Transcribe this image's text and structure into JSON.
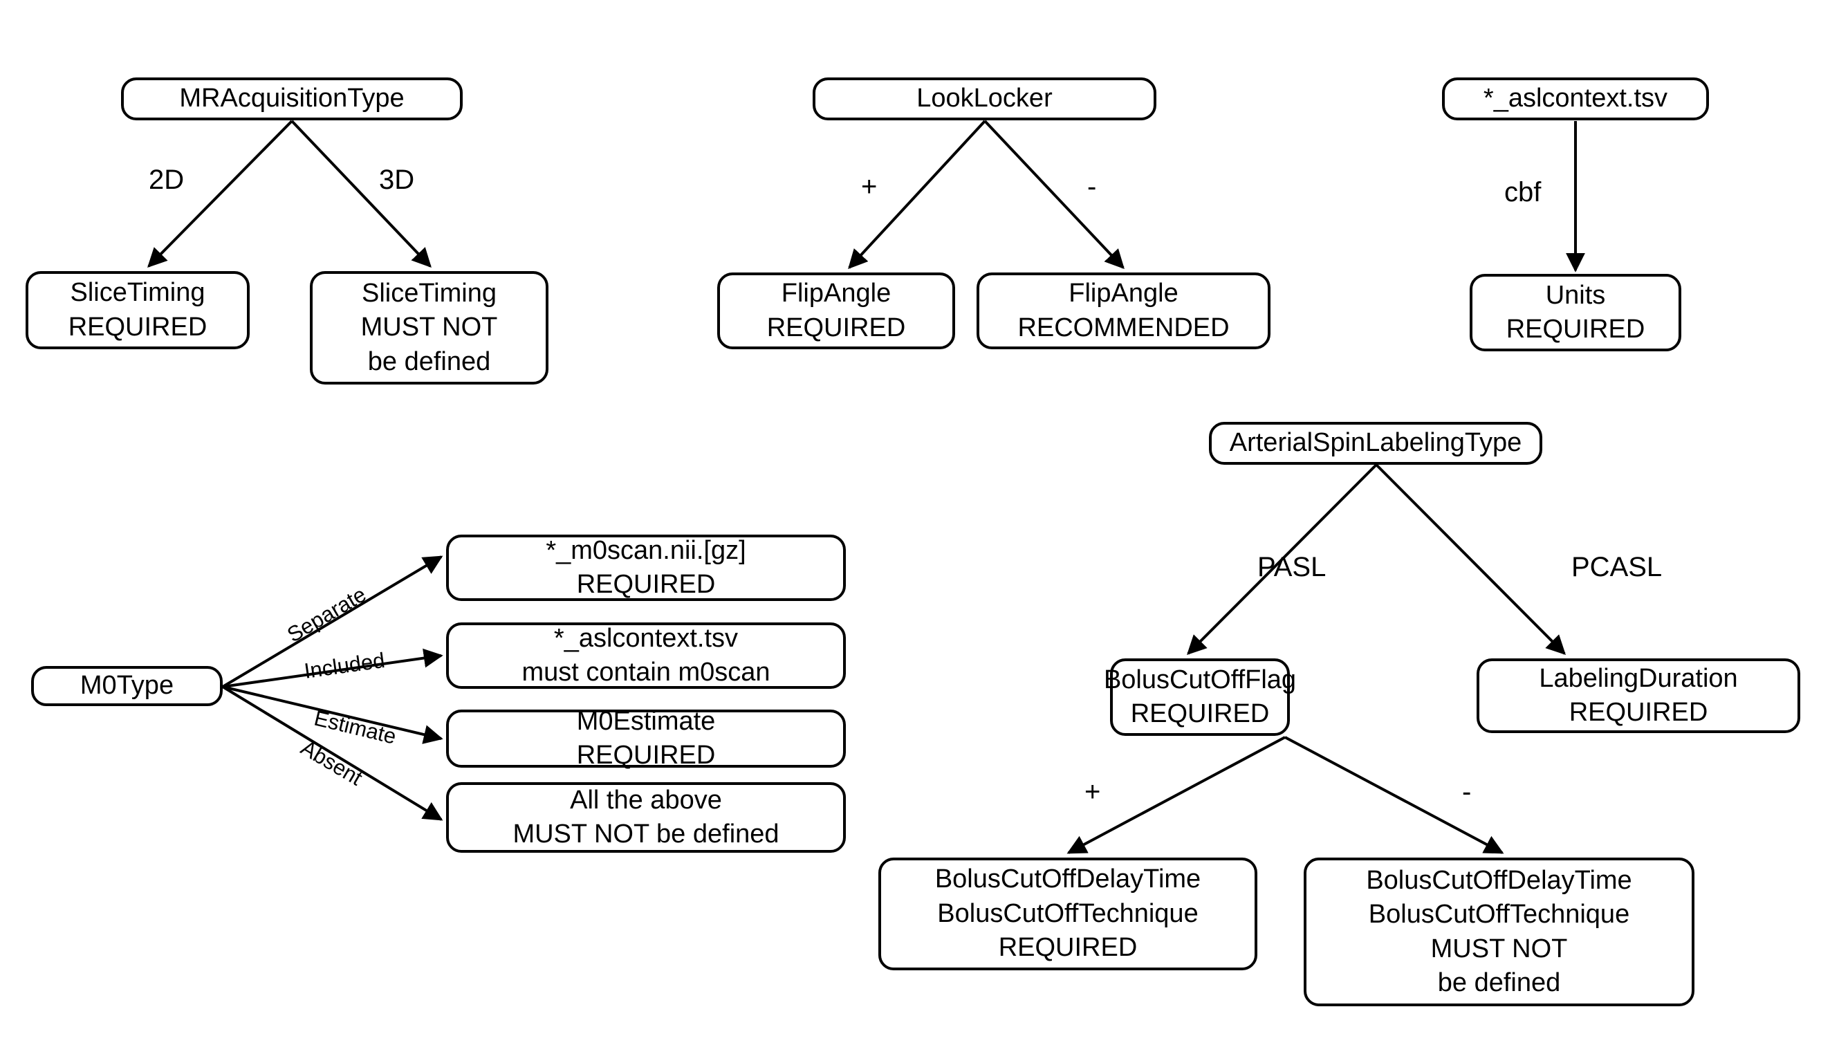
{
  "diagram": {
    "title": "ASL metadata conditional requirements",
    "background_color": "#ffffff",
    "stroke_color": "#000000",
    "nodes": {
      "mr_acquisition_type": {
        "lines": [
          "MRAcquisitionType"
        ]
      },
      "slice_timing_required": {
        "lines": [
          "SliceTiming",
          "REQUIRED"
        ]
      },
      "slice_timing_must_not": {
        "lines": [
          "SliceTiming",
          "MUST NOT",
          "be defined"
        ]
      },
      "look_locker": {
        "lines": [
          "LookLocker"
        ]
      },
      "flip_angle_required": {
        "lines": [
          "FlipAngle",
          "REQUIRED"
        ]
      },
      "flip_angle_recommended": {
        "lines": [
          "FlipAngle",
          "RECOMMENDED"
        ]
      },
      "aslcontext_tsv": {
        "lines": [
          "*_aslcontext.tsv"
        ]
      },
      "units_required": {
        "lines": [
          "Units",
          "REQUIRED"
        ]
      },
      "m0type": {
        "lines": [
          "M0Type"
        ]
      },
      "m0scan_nii": {
        "lines": [
          "*_m0scan.nii.[gz]",
          "REQUIRED"
        ]
      },
      "aslcontext_contains_m0scan": {
        "lines": [
          "*_aslcontext.tsv",
          "must contain m0scan"
        ]
      },
      "m0estimate_required": {
        "lines": [
          "M0Estimate",
          "REQUIRED"
        ]
      },
      "all_above_must_not": {
        "lines": [
          "All the above",
          "MUST NOT be defined"
        ]
      },
      "arterial_spin_labeling_type": {
        "lines": [
          "ArterialSpinLabelingType"
        ]
      },
      "bolus_cutoff_flag": {
        "lines": [
          "BolusCutOffFlag",
          "REQUIRED"
        ]
      },
      "labeling_duration": {
        "lines": [
          "LabelingDuration",
          "REQUIRED"
        ]
      },
      "bolus_cutoff_required": {
        "lines": [
          "BolusCutOffDelayTime",
          "BolusCutOffTechnique",
          "REQUIRED"
        ]
      },
      "bolus_cutoff_must_not": {
        "lines": [
          "BolusCutOffDelayTime",
          "BolusCutOffTechnique",
          "MUST NOT",
          "be defined"
        ]
      }
    },
    "edge_labels": {
      "mr_2d": "2D",
      "mr_3d": "3D",
      "look_locker_plus": "+",
      "look_locker_minus": "-",
      "aslcontext_cbf": "cbf",
      "m0_separate": "Separate",
      "m0_included": "Included",
      "m0_estimate": "Estimate",
      "m0_absent": "Absent",
      "asl_pasl": "PASL",
      "asl_pcasl": "PCASL",
      "bolus_plus": "+",
      "bolus_minus": "-"
    }
  }
}
